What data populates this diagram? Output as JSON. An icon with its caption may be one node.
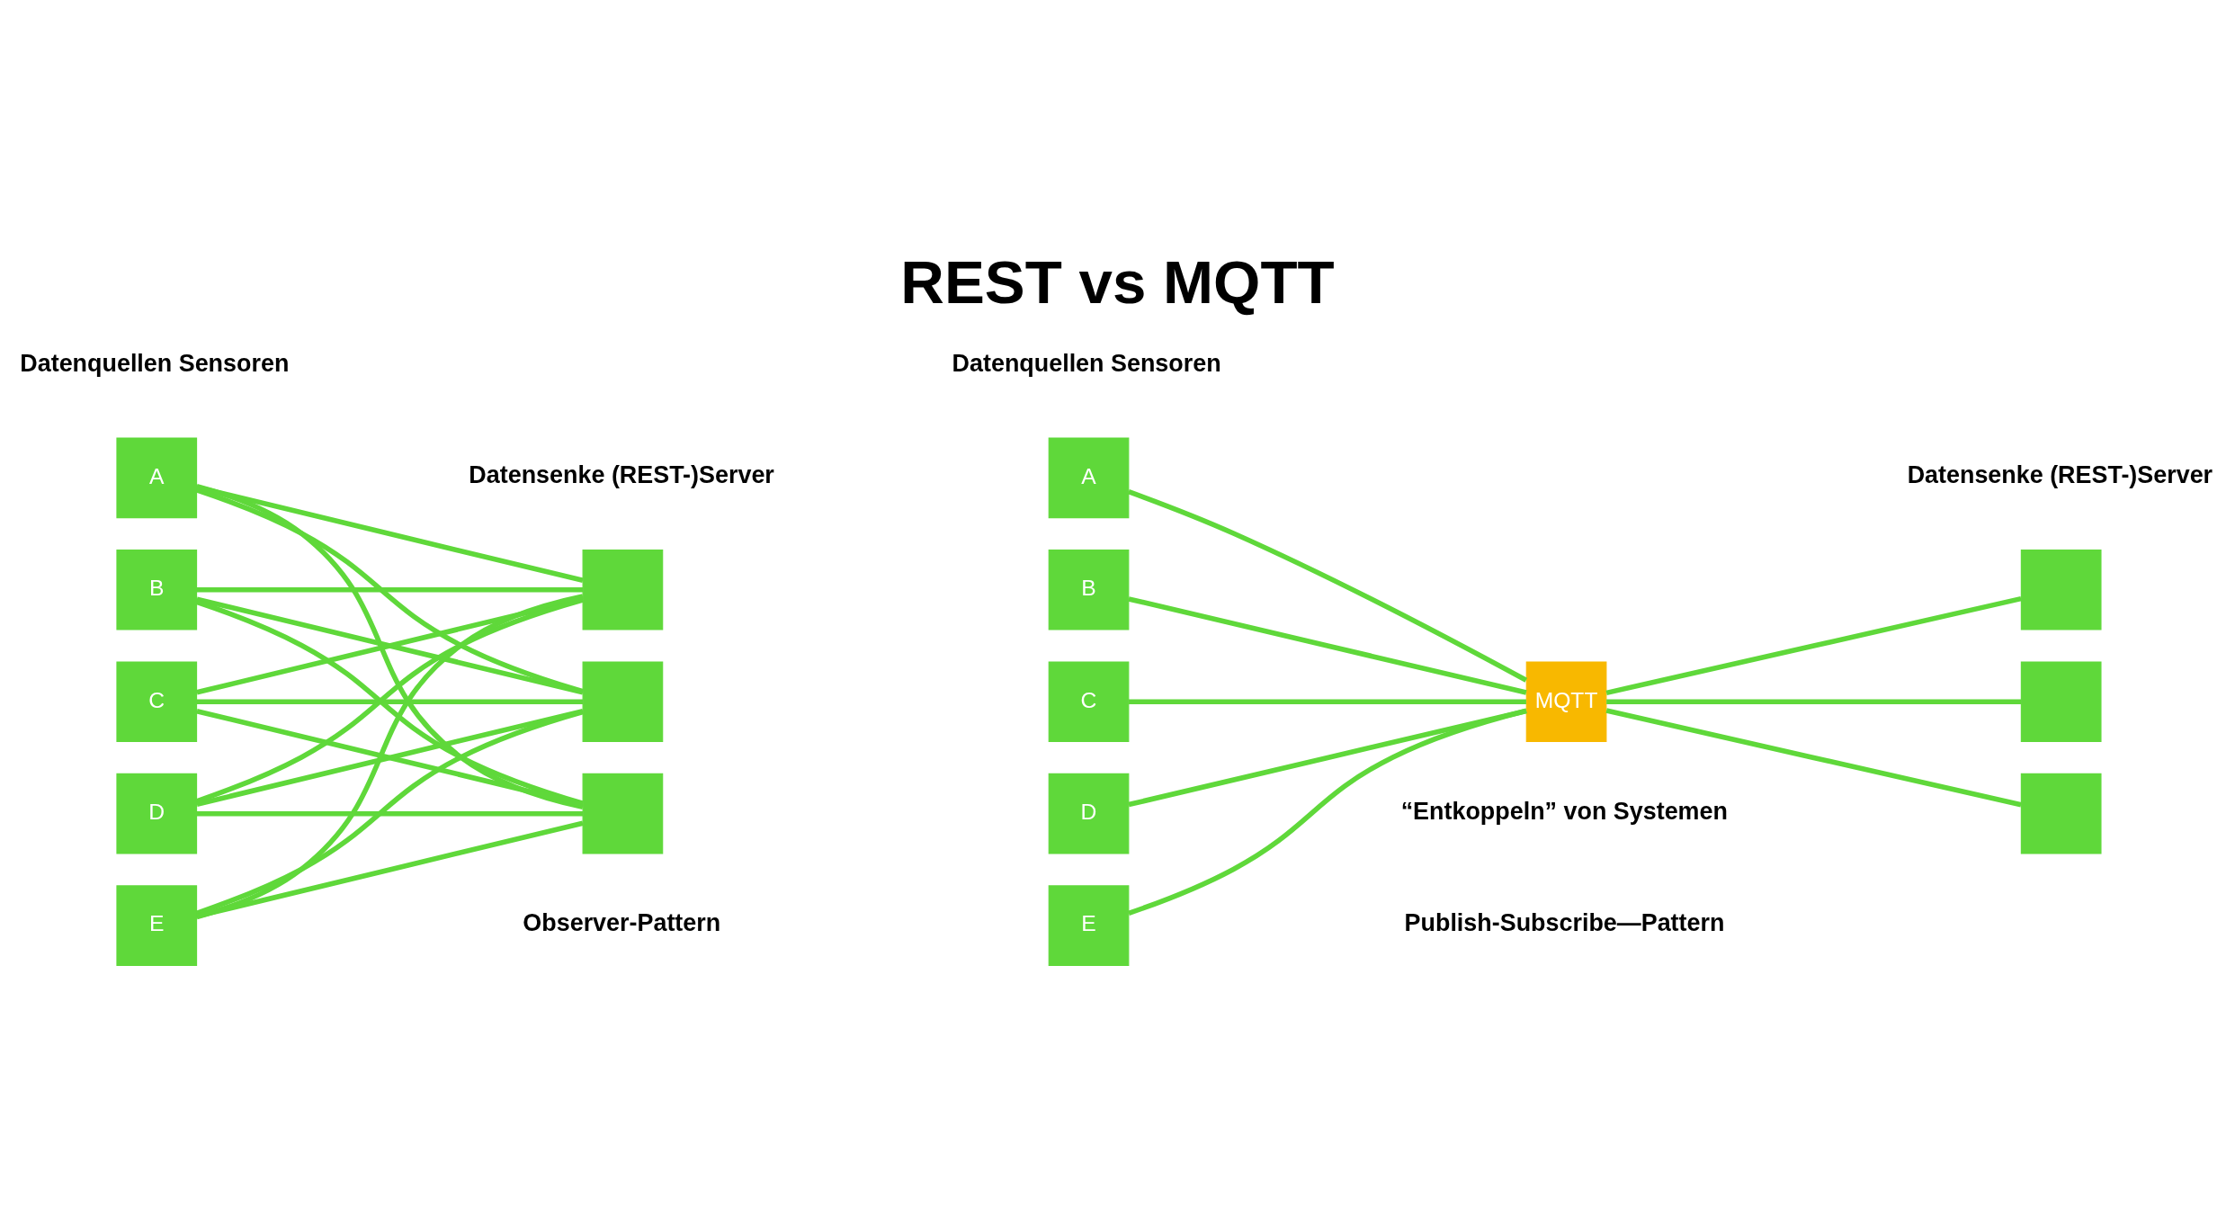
{
  "diagram": {
    "title": "REST vs MQTT",
    "nodes": [
      {
        "text": [
          "A"
        ]
      },
      {
        "text": [
          "B"
        ]
      },
      {
        "text": [
          "C"
        ]
      },
      {
        "text": [
          "D"
        ]
      },
      {
        "text": [
          "E"
        ]
      },
      {
        "text": [],
        "shape": "box"
      },
      {
        "text": [],
        "shape": "box"
      },
      {
        "text": [],
        "shape": "box"
      },
      {
        "text": [
          "A"
        ]
      },
      {
        "text": [
          "B"
        ]
      },
      {
        "text": [
          "C"
        ]
      },
      {
        "text": [
          "D"
        ]
      },
      {
        "text": [
          "E"
        ]
      },
      {
        "text": [
          "MQTT"
        ]
      },
      {
        "text": [],
        "shape": "box"
      },
      {
        "text": [],
        "shape": "box"
      },
      {
        "text": [],
        "shape": "box"
      }
    ],
    "edges": [
      {
        "from": 0,
        "to": 5,
        "arrow": "none"
      },
      {
        "from": 0,
        "to": 6,
        "arrow": "none"
      },
      {
        "from": 0,
        "to": 7,
        "arrow": "none"
      },
      {
        "from": 1,
        "to": 5,
        "arrow": "none"
      },
      {
        "from": 1,
        "to": 6,
        "arrow": "none"
      },
      {
        "from": 1,
        "to": 7,
        "arrow": "none"
      },
      {
        "from": 2,
        "to": 5,
        "arrow": "none"
      },
      {
        "from": 2,
        "to": 6,
        "arrow": "none"
      },
      {
        "from": 2,
        "to": 7,
        "arrow": "none"
      },
      {
        "from": 3,
        "to": 5,
        "arrow": "none"
      },
      {
        "from": 3,
        "to": 6,
        "arrow": "none"
      },
      {
        "from": 3,
        "to": 7,
        "arrow": "none"
      },
      {
        "from": 4,
        "to": 5,
        "arrow": "none"
      },
      {
        "from": 4,
        "to": 6,
        "arrow": "none"
      },
      {
        "from": 4,
        "to": 7,
        "arrow": "none"
      },
      {
        "from": 8,
        "to": 13,
        "arrow": "none"
      },
      {
        "from": 9,
        "to": 13,
        "arrow": "none"
      },
      {
        "from": 10,
        "to": 13,
        "arrow": "none"
      },
      {
        "from": 11,
        "to": 13,
        "arrow": "none"
      },
      {
        "from": 12,
        "to": 13,
        "arrow": "none"
      },
      {
        "from": 13,
        "to": 14,
        "arrow": "none"
      },
      {
        "from": 13,
        "to": 15,
        "arrow": "none"
      },
      {
        "from": 13,
        "to": 16,
        "arrow": "none"
      }
    ],
    "labels": [
      "Datenquellen Sensoren",
      "Datensenke (REST-)Server",
      "Observer-Pattern",
      "Datenquellen Sensoren",
      "Datensenke (REST-)Server",
      "“Entkoppeln” von Systemen",
      "Publish-Subscribe—Pattern"
    ]
  }
}
